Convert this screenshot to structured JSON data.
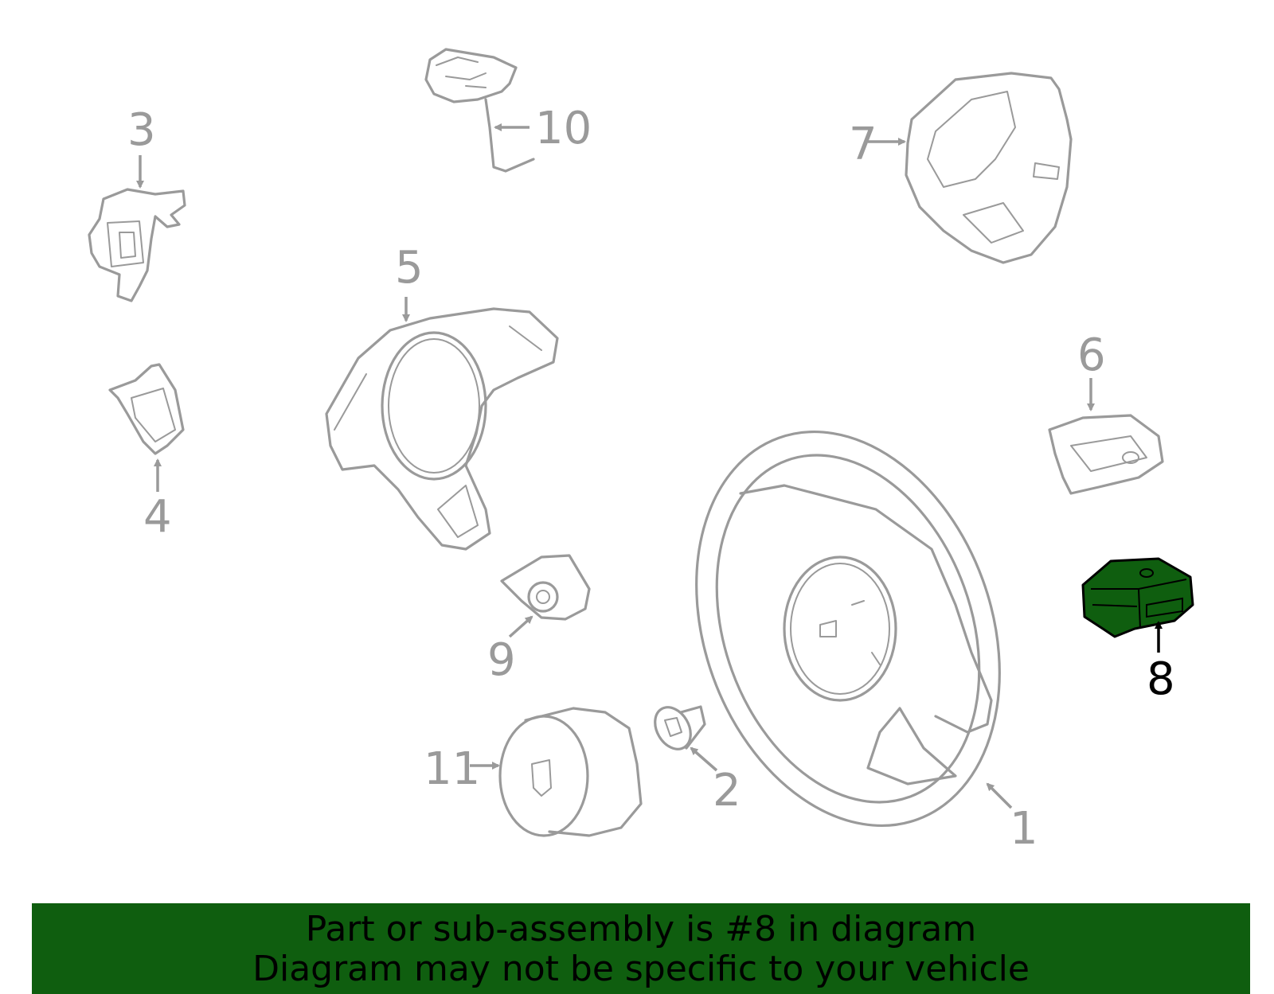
{
  "colors": {
    "part_stroke": "#9a9a9a",
    "highlight_fill": "#0f5e0f",
    "banner_bg": "#0f5e0f",
    "text": "#000000"
  },
  "callouts": [
    {
      "id": "1",
      "label": "1"
    },
    {
      "id": "2",
      "label": "2"
    },
    {
      "id": "3",
      "label": "3"
    },
    {
      "id": "4",
      "label": "4"
    },
    {
      "id": "5",
      "label": "5"
    },
    {
      "id": "6",
      "label": "6"
    },
    {
      "id": "7",
      "label": "7"
    },
    {
      "id": "8",
      "label": "8",
      "highlighted": true
    },
    {
      "id": "9",
      "label": "9"
    },
    {
      "id": "10",
      "label": "10"
    },
    {
      "id": "11",
      "label": "11"
    }
  ],
  "banner": {
    "line1": "Part or sub-assembly is #8 in diagram",
    "line2": "Diagram may not be specific to your vehicle"
  }
}
